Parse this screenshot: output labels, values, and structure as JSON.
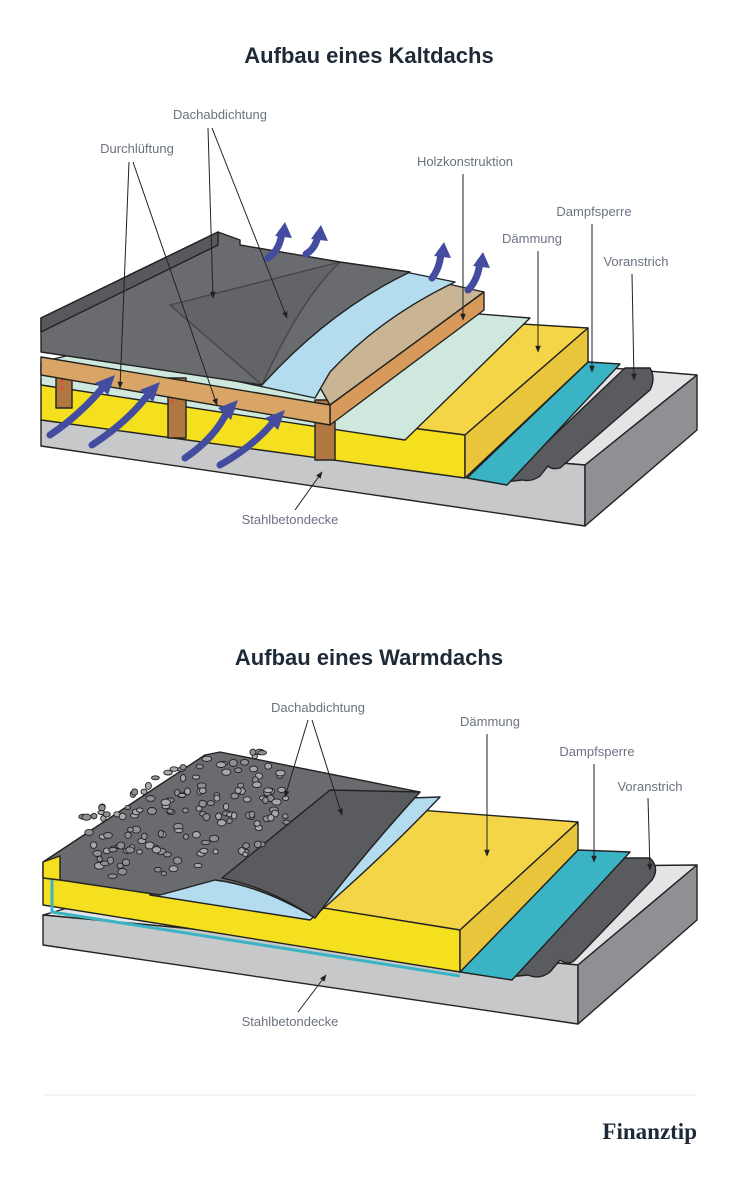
{
  "brand": "Finanztip",
  "colors": {
    "text": "#1f2a37",
    "label": "#6b7280",
    "concrete_top": "#e3e4e6",
    "concrete_front": "#c7c8ca",
    "concrete_side": "#8e9094",
    "primer": "#595b5e",
    "vapor_barrier": "#3ab4c4",
    "insulation": "#f5d548",
    "insulation_front": "#f4e01e",
    "membrane": "#6a6b6e",
    "membrane_light": "#b3dcef",
    "wood": "#c9b593",
    "wood_front": "#d79a5a",
    "ventilation": "#cfe8de",
    "airflow_arrow": "#434c9e",
    "ventilation_dash": "#e8453c"
  },
  "cold_roof": {
    "title": "Aufbau eines Kaltdachs",
    "labels": {
      "dachabdichtung": "Dachabdichtung",
      "durchlueftung": "Durchlüftung",
      "holzkonstruktion": "Holzkonstruktion",
      "daemmung": "Dämmung",
      "dampfsperre": "Dampfsperre",
      "voranstrich": "Voranstrich",
      "stahlbetondecke": "Stahlbetondecke"
    }
  },
  "warm_roof": {
    "title": "Aufbau eines Warmdachs",
    "labels": {
      "dachabdichtung": "Dachabdichtung",
      "daemmung": "Dämmung",
      "dampfsperre": "Dampfsperre",
      "voranstrich": "Voranstrich",
      "stahlbetondecke": "Stahlbetondecke"
    }
  }
}
